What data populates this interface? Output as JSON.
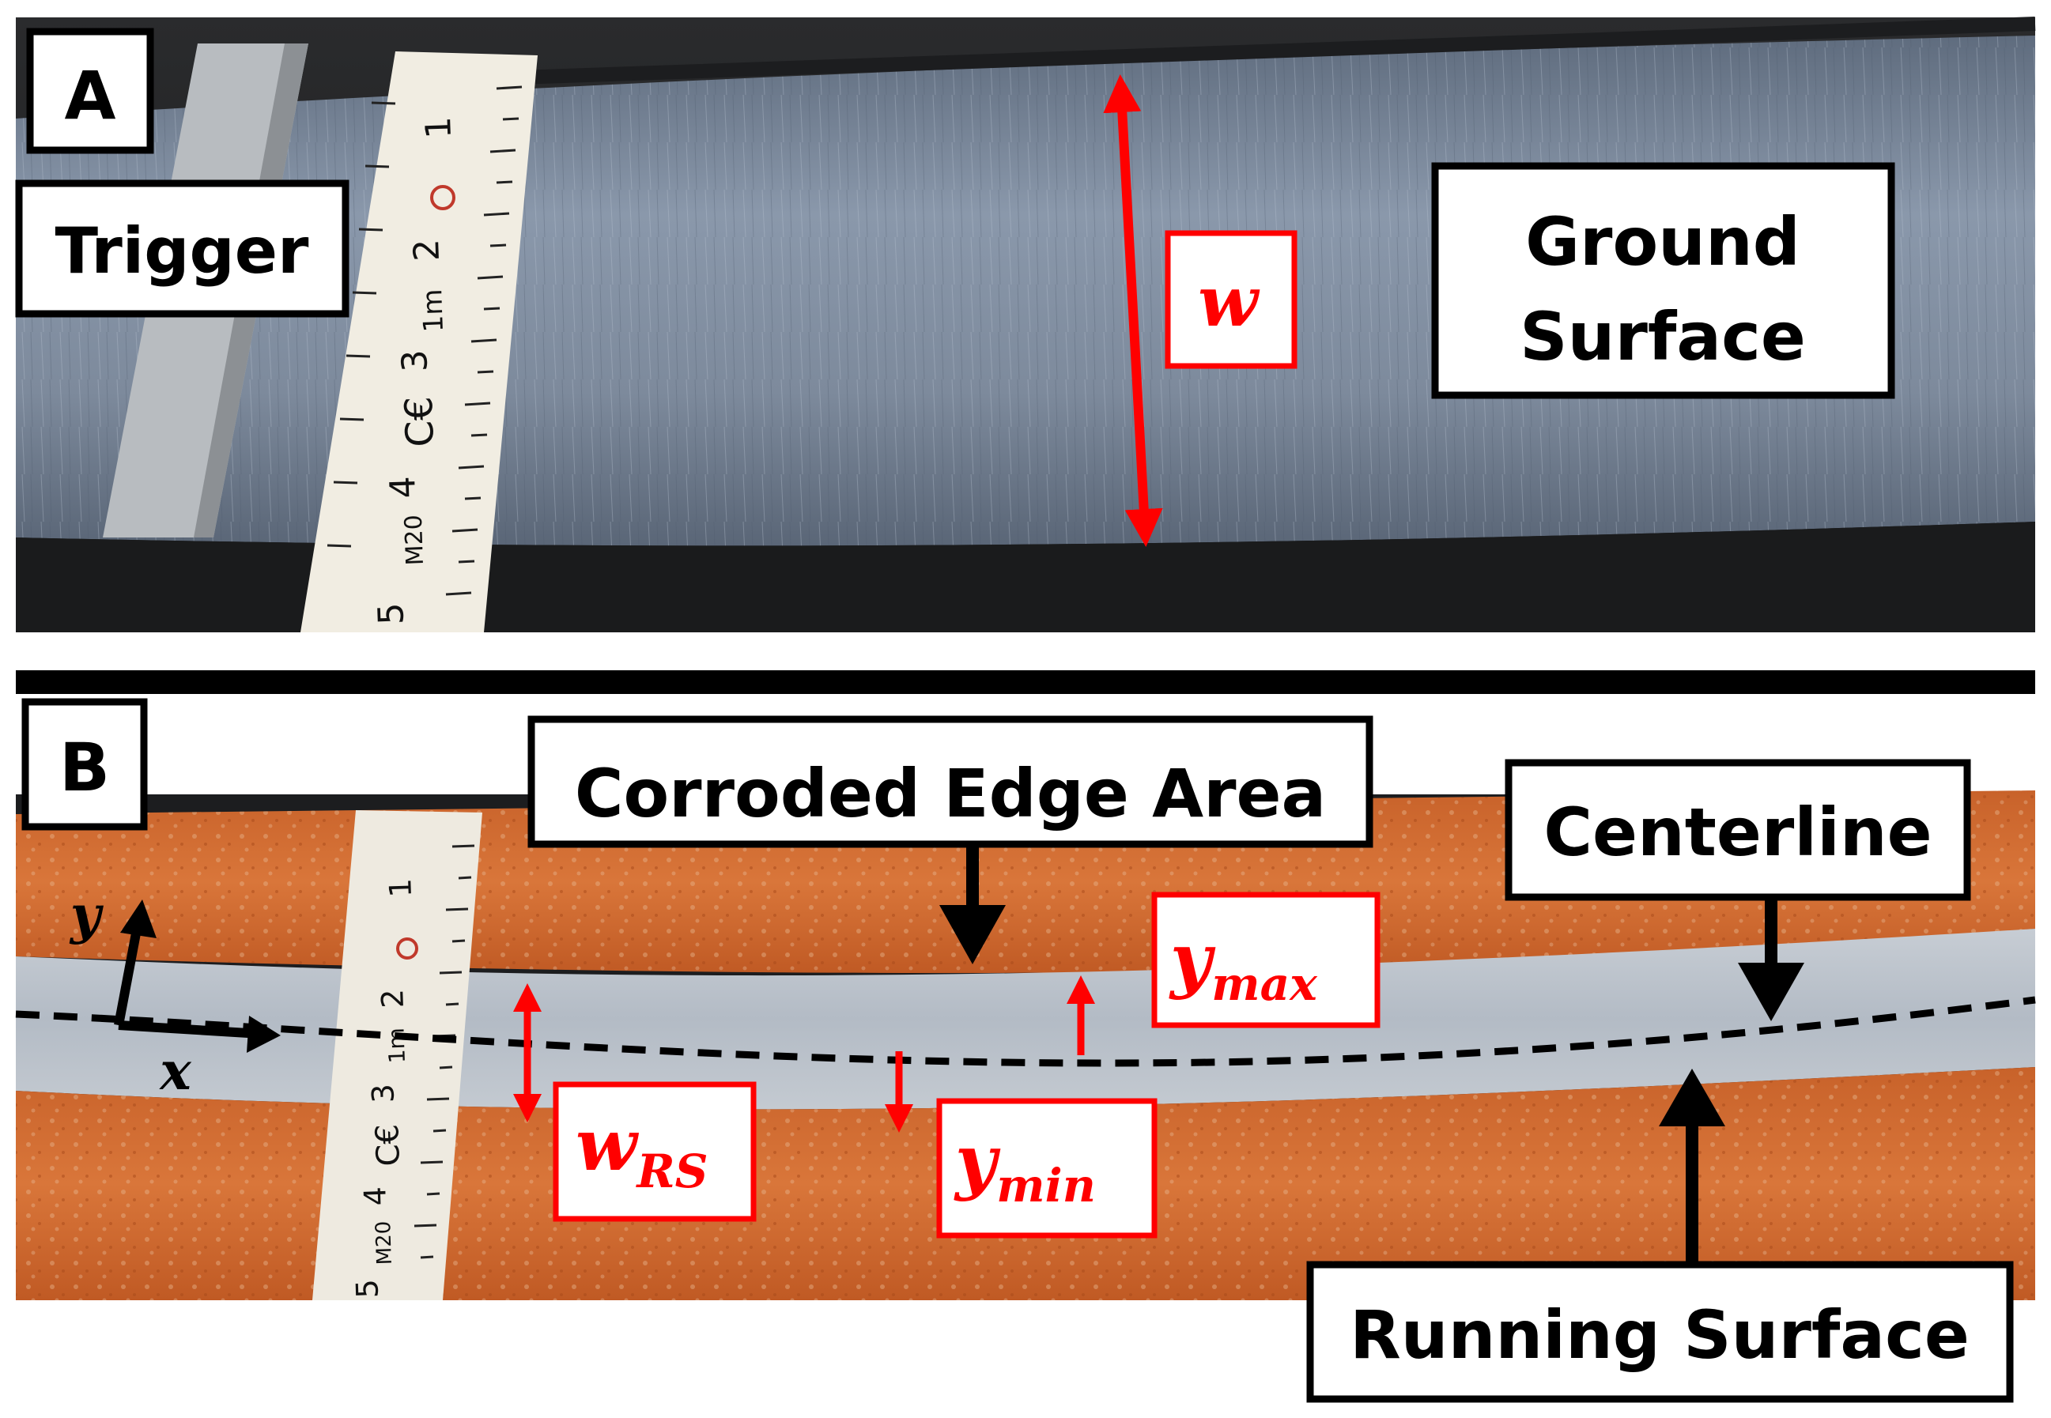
{
  "figure": {
    "panel_a": {
      "panel_letter": "A",
      "labels": {
        "trigger": "Trigger",
        "ground_surface_line1": "Ground",
        "ground_surface_line2": "Surface"
      },
      "annotation": {
        "w": "w"
      },
      "ruler_numbers": [
        "1",
        "2",
        "3",
        "4",
        "5"
      ],
      "ruler_marks": {
        "unit": "1m",
        "class": "M20",
        "ce": "C€"
      }
    },
    "panel_b": {
      "panel_letter": "B",
      "labels": {
        "corroded_edge_area": "Corroded Edge Area",
        "centerline": "Centerline",
        "running_surface": "Running Surface"
      },
      "annotations": {
        "w_rs_main": "w",
        "w_rs_sub": "RS",
        "y_max_main": "y",
        "y_max_sub": "max",
        "y_min_main": "y",
        "y_min_sub": "min"
      },
      "axes": {
        "x": "x",
        "y": "y"
      },
      "ruler_numbers": [
        "1",
        "2",
        "3",
        "4",
        "5"
      ],
      "ruler_marks": {
        "unit": "1m",
        "class": "M20",
        "ce": "C€"
      }
    },
    "colors": {
      "annotation_red": "#ff0000",
      "rust_orange": "#cc6a2c",
      "steel_gray": "#aab3be",
      "ground_steel": "#8795a8"
    }
  }
}
